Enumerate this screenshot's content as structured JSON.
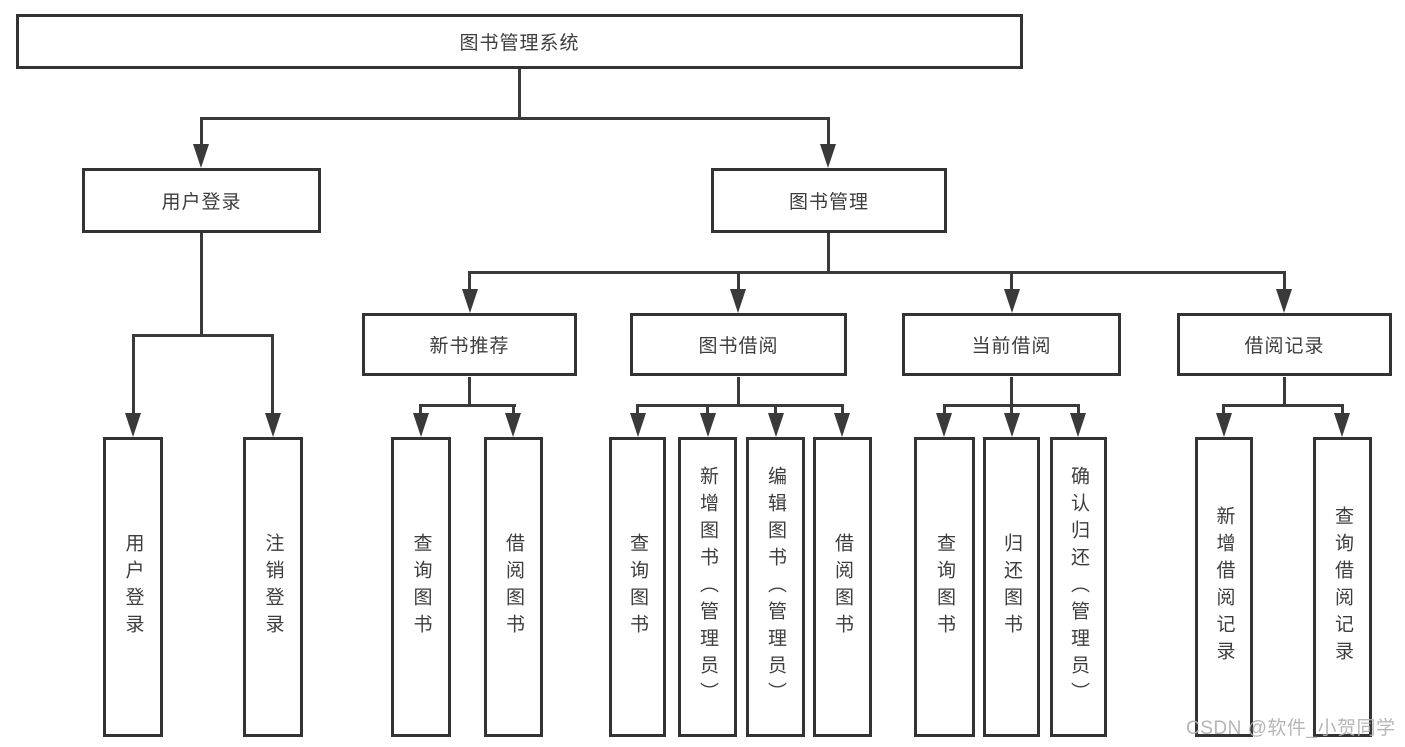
{
  "diagram": {
    "root": "图书管理系统",
    "level2": [
      "用户登录",
      "图书管理"
    ],
    "level3": [
      "新书推荐",
      "图书借阅",
      "当前借阅",
      "借阅记录"
    ],
    "leaves": [
      "用户登录",
      "注销登录",
      "查询图书",
      "借阅图书",
      "查询图书",
      "新增图书（管理员）",
      "编辑图书（管理员）",
      "借阅图书",
      "查询图书",
      "归还图书",
      "确认归还（管理员）",
      "新增借阅记录",
      "查询借阅记录"
    ]
  },
  "watermark": "CSDN @软件_小贺同学",
  "colors": {
    "line": "#3a3a3a",
    "border": "#333333",
    "text": "#3d3d3d",
    "watermark": "#b0b0b0",
    "background": "#ffffff"
  }
}
